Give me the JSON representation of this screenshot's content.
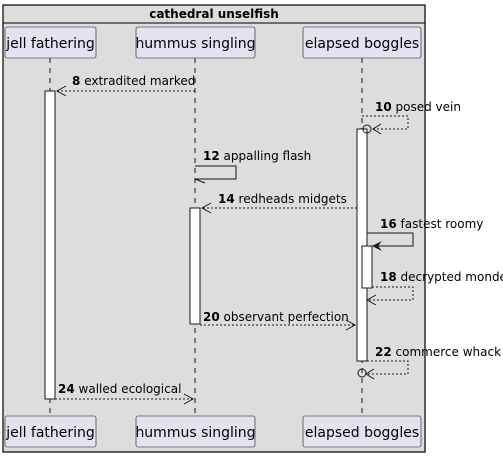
{
  "group": {
    "title": "cathedral unselfish"
  },
  "participants": [
    {
      "id": "p1",
      "label": "jell fathering"
    },
    {
      "id": "p2",
      "label": "hummus singling"
    },
    {
      "id": "p3",
      "label": "elapsed boggles"
    }
  ],
  "messages": [
    {
      "num": "8",
      "text": "extradited marked",
      "from": "p2",
      "to": "p1",
      "style": "dashed",
      "head": "open"
    },
    {
      "num": "10",
      "text": "posed vein",
      "from": "p3",
      "to": "p3",
      "style": "dashed",
      "head": "lost-circle"
    },
    {
      "num": "12",
      "text": "appalling flash",
      "from": "p2",
      "to": "p2",
      "style": "solid",
      "head": "half"
    },
    {
      "num": "14",
      "text": "redheads midgets",
      "from": "p3",
      "to": "p2",
      "style": "dashed",
      "head": "open"
    },
    {
      "num": "16",
      "text": "fastest roomy",
      "from": "p3",
      "to": "p3",
      "style": "solid",
      "head": "filled"
    },
    {
      "num": "18",
      "text": "decrypted monde",
      "from": "p3",
      "to": "p3",
      "style": "dashed",
      "head": "open"
    },
    {
      "num": "20",
      "text": "observant perfection",
      "from": "p2",
      "to": "p3",
      "style": "dashed",
      "head": "open"
    },
    {
      "num": "22",
      "text": "commerce whack",
      "from": "p3",
      "to": "p3",
      "style": "dashed",
      "head": "found-circle"
    },
    {
      "num": "24",
      "text": "walled ecological",
      "from": "p1",
      "to": "p2",
      "style": "dashed",
      "head": "open"
    }
  ],
  "colors": {
    "group_fill": "#dddddd",
    "group_border": "#000000",
    "participant_fill": "#e2e2f0",
    "participant_border": "#181818",
    "lifeline": "#181818",
    "arrow": "#181818"
  }
}
